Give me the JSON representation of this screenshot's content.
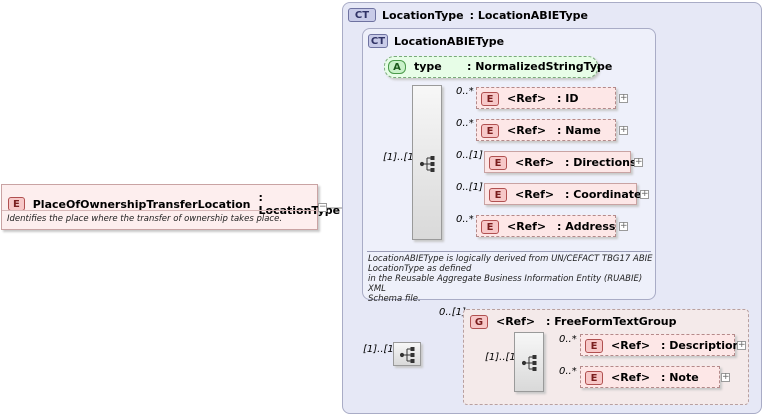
{
  "root": {
    "badge": "E",
    "name": "PlaceOfOwnershipTransferLocation",
    "type": ": LocationType",
    "doc": "Identifies the place where the transfer of ownership takes place."
  },
  "complex_type": {
    "badge": "CT",
    "title": "LocationType",
    "title_type": ": LocationABIEType"
  },
  "inner_type": {
    "badge": "CT",
    "title": "LocationABIEType",
    "attribute": {
      "badge": "A",
      "name": "type",
      "type": ": NormalizedStringType"
    },
    "sequence_cardinality": "[1]..[1]",
    "elements": [
      {
        "badge": "E",
        "card": "0..*",
        "ref": "<Ref>",
        "name": ": ID"
      },
      {
        "badge": "E",
        "card": "0..*",
        "ref": "<Ref>",
        "name": ": Name"
      },
      {
        "badge": "E",
        "card": "0..[1]",
        "ref": "<Ref>",
        "name": ": Directions"
      },
      {
        "badge": "E",
        "card": "0..[1]",
        "ref": "<Ref>",
        "name": ": Coordinate"
      },
      {
        "badge": "E",
        "card": "0..*",
        "ref": "<Ref>",
        "name": ": Address"
      }
    ],
    "doc_lines": [
      "LocationABIEType is logically derived from UN/CEFACT TBG17 ABIE",
      "LocationType as defined",
      "in the Reusable Aggregate Business Information Entity (RUABIE) XML",
      "Schema file."
    ]
  },
  "outer_sequence_cardinality": "[1]..[1]",
  "group": {
    "badge": "G",
    "card": "0..[1]",
    "ref": "<Ref>",
    "name": ": FreeFormTextGroup",
    "sequence_cardinality": "[1]..[1]",
    "elements": [
      {
        "badge": "E",
        "card": "0..*",
        "ref": "<Ref>",
        "name": ": Description"
      },
      {
        "badge": "E",
        "card": "0..*",
        "ref": "<Ref>",
        "name": ": Note"
      }
    ]
  },
  "expand_symbol": "+",
  "collapse_symbol": "−"
}
